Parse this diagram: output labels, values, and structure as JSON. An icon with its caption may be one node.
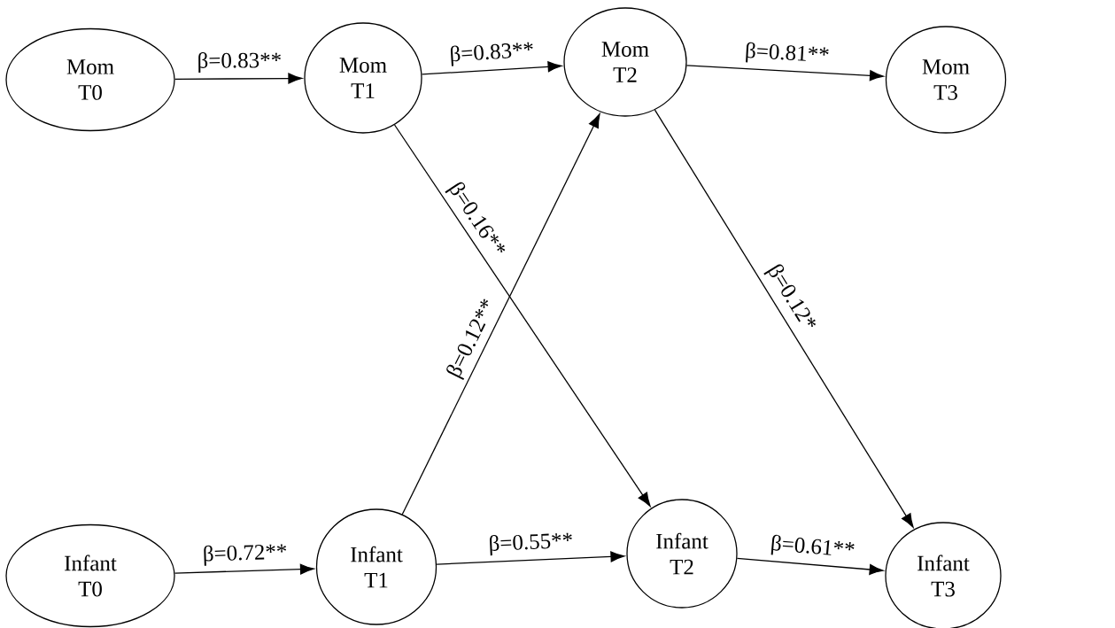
{
  "diagram": {
    "nodes": [
      {
        "text": [
          "Mom T0"
        ]
      },
      {
        "text": [
          "Mom T1"
        ]
      },
      {
        "text": [
          "Mom T2"
        ]
      },
      {
        "text": [
          "Mom T3"
        ]
      },
      {
        "text": [
          "Infant T0"
        ]
      },
      {
        "text": [
          "Infant T1"
        ]
      },
      {
        "text": [
          "Infant T2"
        ]
      },
      {
        "text": [
          "Infant T3"
        ]
      }
    ],
    "edges": [
      {
        "from": 0,
        "to": 1,
        "arrow": "to",
        "label": "β=0.83**"
      },
      {
        "from": 1,
        "to": 2,
        "arrow": "to",
        "label": "β=0.83**"
      },
      {
        "from": 2,
        "to": 3,
        "arrow": "to",
        "label": "β=0.81**"
      },
      {
        "from": 4,
        "to": 5,
        "arrow": "to",
        "label": "β=0.72**"
      },
      {
        "from": 5,
        "to": 6,
        "arrow": "to",
        "label": "β=0.55**"
      },
      {
        "from": 6,
        "to": 7,
        "arrow": "to",
        "label": "β=0.61**"
      },
      {
        "from": 1,
        "to": 6,
        "arrow": "to",
        "label": "β=0.16**"
      },
      {
        "from": 2,
        "to": 7,
        "arrow": "to",
        "label": "β=0.12*"
      },
      {
        "from": 5,
        "to": 2,
        "arrow": "to",
        "label": "β=0.12**"
      }
    ]
  }
}
